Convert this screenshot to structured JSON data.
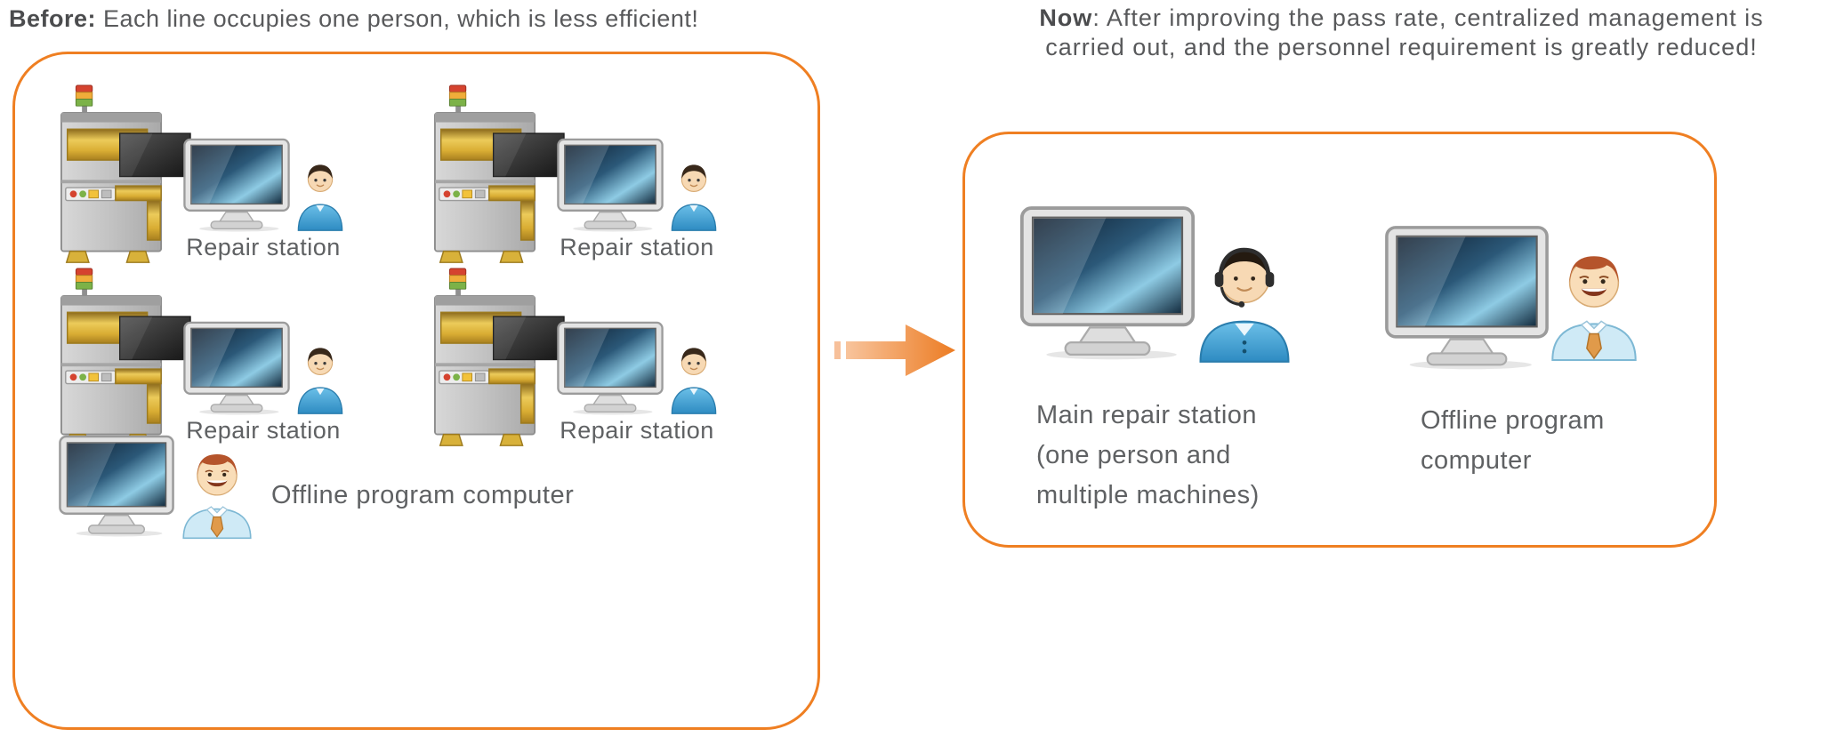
{
  "colors": {
    "accent": "#EF7F22",
    "text": "#58595B"
  },
  "before": {
    "title_bold": "Before:",
    "title_rest": " Each line occupies one person, which is less efficient!",
    "station_labels": [
      "Repair station",
      "Repair station",
      "Repair station",
      "Repair station"
    ],
    "offline_label": "Offline program computer"
  },
  "now": {
    "title_bold": "Now",
    "title_line1_rest": ": After improving the pass rate, centralized management is",
    "title_line2": "carried out, and the personnel requirement is greatly reduced!",
    "main_station_lines": [
      "Main repair station",
      "(one person and",
      "multiple machines)"
    ],
    "offline_lines": [
      "Offline program",
      "computer"
    ]
  },
  "icons": {
    "aoi-machine-icon": "sym-machine",
    "monitor-icon": "sym-monitor",
    "operator-person-icon": "sym-operator",
    "headset-operator-icon": "sym-headset",
    "smiling-programmer-icon": "sym-offline-person",
    "transition-arrow-icon": "sym-arrow"
  }
}
